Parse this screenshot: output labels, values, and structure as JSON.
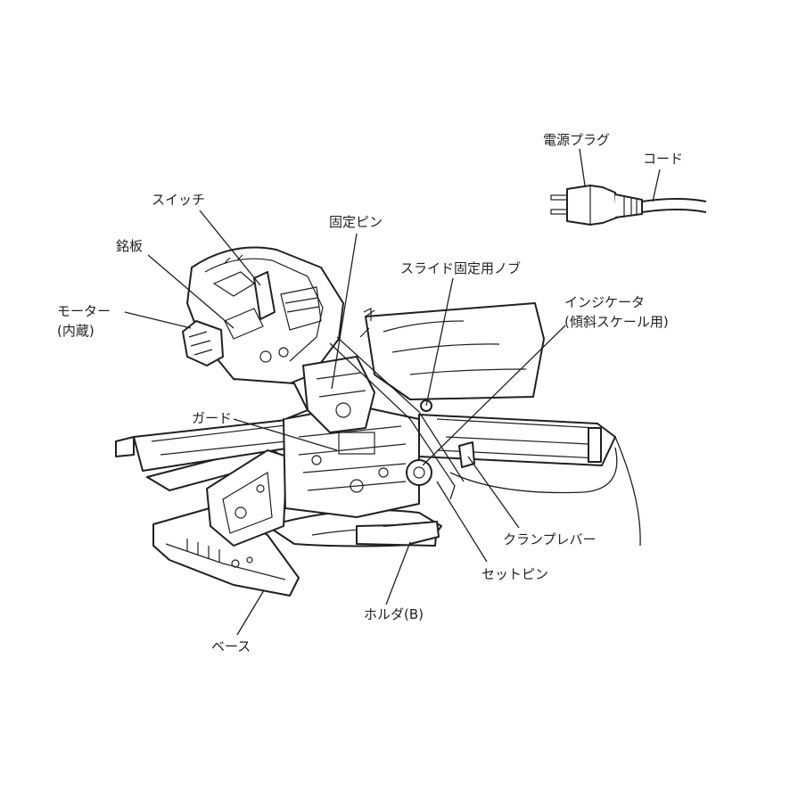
{
  "labels": {
    "power_plug": "電源プラグ",
    "cord": "コード",
    "switch": "スイッチ",
    "fixing_pin": "固定ピン",
    "nameplate": "銘板",
    "slide_lock_knob": "スライド固定用ノブ",
    "motor": "モーター",
    "motor_sub": "(内蔵)",
    "indicator": "インジケータ",
    "indicator_sub": "(傾斜スケール用)",
    "guard": "ガード",
    "clamp_lever": "クランプレバー",
    "set_pin": "セットピン",
    "holder_b": "ホルダ(B)",
    "base": "ベース"
  },
  "colors": {
    "ink": "#231f20",
    "background": "#ffffff"
  }
}
